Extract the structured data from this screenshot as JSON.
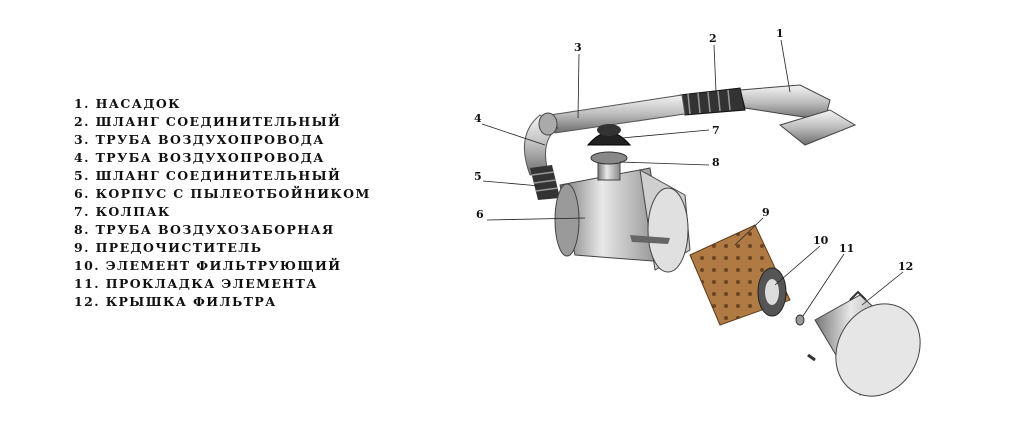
{
  "legend": [
    "1. НАСАДОК",
    "2. ШЛАНГ СОЕДИНИТЕЛЬНЫЙ",
    "3. ТРУБА ВОЗДУХОПРОВОДА",
    "4. ТРУБА ВОЗДУХОПРОВОДА",
    "5. ШЛАНГ СОЕДИНИТЕЛЬНЫЙ",
    "6. КОРПУС С ПЫЛЕОТБОЙНИКОМ",
    "7. КОЛПАК",
    "8. ТРУБА ВОЗДУХОЗАБОРНАЯ",
    "9. ПРЕДОЧИСТИТЕЛЬ",
    "10. ЭЛЕМЕНТ ФИЛЬТРУЮЩИЙ",
    "11. ПРОКЛАДКА ЭЛЕМЕНТА",
    "12. КРЫШКА ФИЛЬТРА"
  ],
  "callouts": [
    "1",
    "2",
    "3",
    "4",
    "5",
    "6",
    "7",
    "8",
    "9",
    "10",
    "11",
    "12"
  ]
}
